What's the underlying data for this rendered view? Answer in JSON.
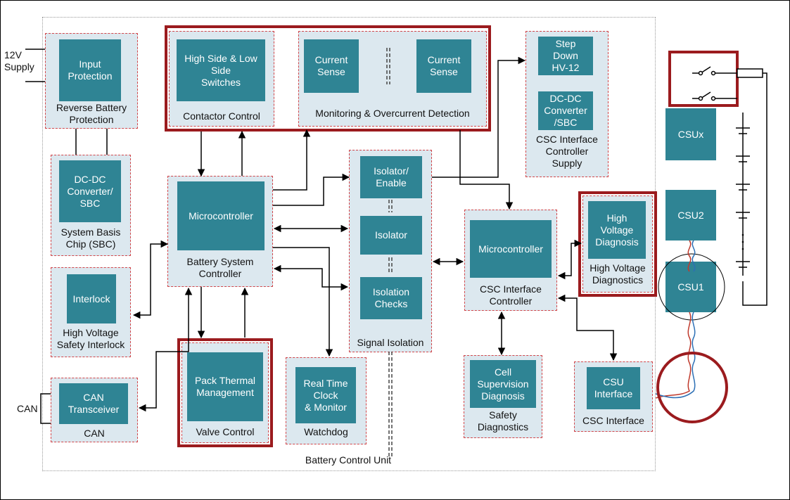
{
  "supply_label": "12V\nSupply",
  "can_label": "CAN",
  "unit_label": "Battery Control Unit",
  "blocks": {
    "input_protection": "Input\nProtection",
    "reverse_battery": "Reverse Battery\nProtection",
    "dcdc_sbc": "DC-DC\nConverter/\nSBC",
    "sbc_label": "System Basis\nChip (SBC)",
    "interlock": "Interlock",
    "hv_interlock": "High Voltage\nSafety Interlock",
    "can_transceiver": "CAN\nTransceiver",
    "can_group": "CAN",
    "hs_ls_switches": "High Side & Low\nSide\nSwitches",
    "contactor_control": "Contactor Control",
    "current_sense_1": "Current\nSense",
    "current_sense_2": "Current\nSense",
    "monitoring": "Monitoring & Overcurrent Detection",
    "step_down": "Step\nDown\nHV-12",
    "dcdc_csc": "DC-DC\nConverter\n/SBC",
    "csc_supply": "CSC Interface\nController\nSupply",
    "mcu_bsc": "Microcontroller",
    "bsc_label": "Battery System\nController",
    "isolator_enable": "Isolator/\nEnable",
    "isolator": "Isolator",
    "isolation_checks": "Isolation\nChecks",
    "signal_isolation": "Signal Isolation",
    "mcu_csc": "Microcontroller",
    "csc_ctrl_label": "CSC Interface\nController",
    "hv_diagnosis": "High\nVoltage\nDiagnosis",
    "hv_diagnostics": "High Voltage\nDiagnostics",
    "pack_thermal": "Pack Thermal\nManagement",
    "valve_control": "Valve Control",
    "rtc": "Real Time\nClock\n& Monitor",
    "watchdog": "Watchdog",
    "cell_supervision": "Cell\nSupervision\nDiagnosis",
    "safety_diag": "Safety\nDiagnostics",
    "csu_interface": "CSU\nInterface",
    "csc_interface": "CSC Interface",
    "csux": "CSUx",
    "csu2": "CSU2",
    "csu1": "CSU1"
  },
  "colors": {
    "block": "#2f8494",
    "group_bg": "#dce8ef",
    "group_border": "#d2464a",
    "highlight": "#9b1b1e"
  }
}
